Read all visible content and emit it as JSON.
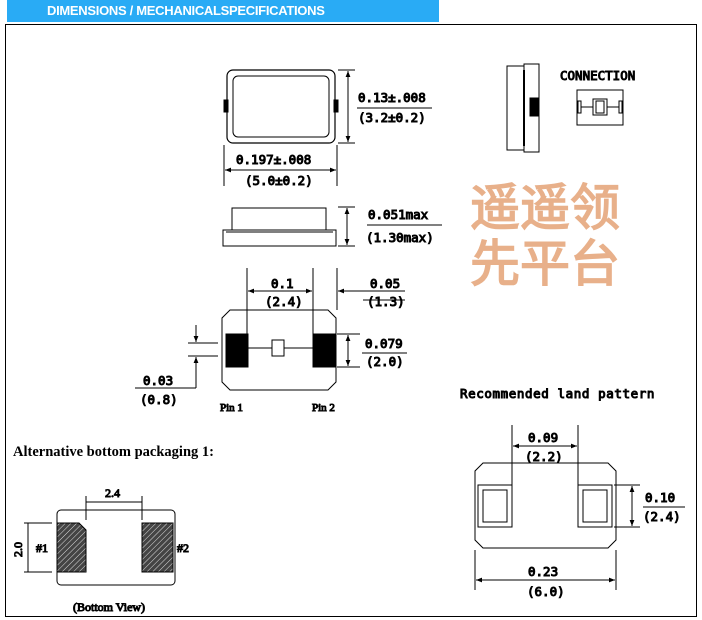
{
  "header": {
    "title": "DIMENSIONS / MECHANICALSPECIFICATIONS",
    "color": "#29abf5"
  },
  "top_view": {
    "height_in": "0.13±.008",
    "height_mm": "(3.2±0.2)",
    "width_in": "0.197±.008",
    "width_mm": "(5.0±0.2)"
  },
  "side_view": {
    "thickness_in": "0.051max",
    "thickness_mm": "(1.30max)"
  },
  "connection": {
    "label": "CONNECTION"
  },
  "bottom_view": {
    "pitch_in": "0.1",
    "pitch_mm": "(2.4)",
    "edge_in": "0.05",
    "edge_mm": "(1.3)",
    "pad_h_in": "0.079",
    "pad_h_mm": "(2.0)",
    "gap_in": "0.03",
    "gap_mm": "(0.8)",
    "pin1": "Pin 1",
    "pin2": "Pin 2"
  },
  "land_pattern": {
    "title": "Recommended land pattern",
    "gap_in": "0.09",
    "gap_mm": "(2.2)",
    "pad_h_in": "0.10",
    "pad_h_mm": "(2.4)",
    "total_in": "0.23",
    "total_mm": "(6.0)"
  },
  "alternative": {
    "title": "Alternative bottom packaging 1:",
    "width": "2.4",
    "height": "2.0",
    "pad1": "#1",
    "pad2": "#2",
    "caption": "(Bottom View)"
  },
  "watermark": "遥遥领先平台"
}
